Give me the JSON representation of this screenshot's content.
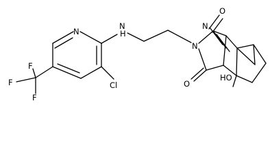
{
  "atom_labels": {
    "n_pyridine": "N",
    "nh_amine": "N",
    "nh_h": "H",
    "chloro": "Cl",
    "f_top": "F",
    "f_left": "F",
    "f_bottom": "F",
    "n_imide": "N",
    "o_top": "O",
    "o_bottom": "O",
    "n_nitrile": "N",
    "ho": "HO"
  }
}
